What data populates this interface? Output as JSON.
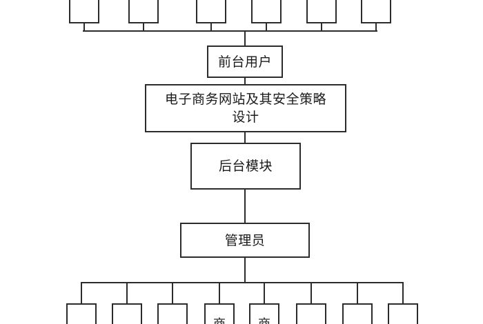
{
  "diagram": {
    "nodes": {
      "frontend_user": "前台用户",
      "website_line1": "电子商务网站及其安全策略",
      "website_line2": "设计",
      "backend_module": "后台模块",
      "admin": "管理员"
    },
    "top_leaves": [
      "",
      "",
      "",
      "",
      "",
      ""
    ],
    "bottom_leaves": [
      "",
      "",
      "",
      "商",
      "商",
      "",
      "",
      ""
    ]
  }
}
